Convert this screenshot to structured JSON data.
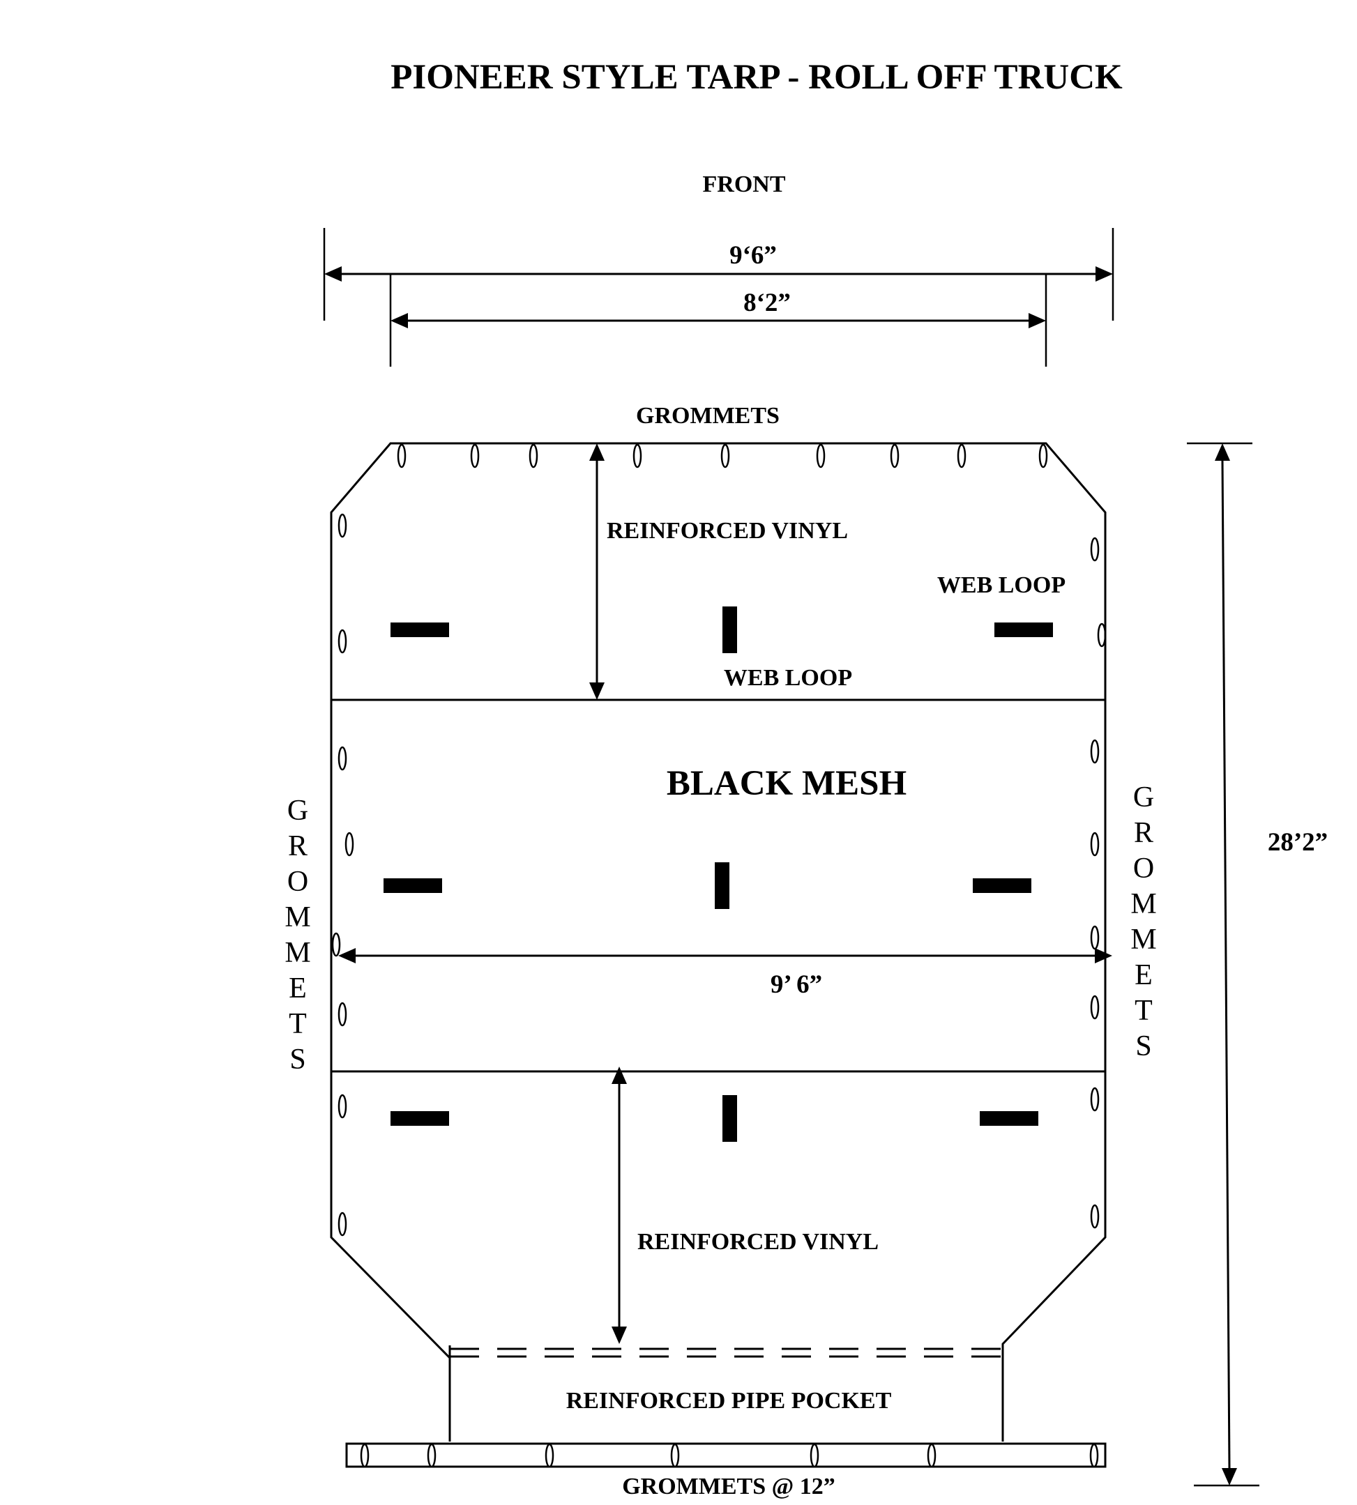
{
  "title": "PIONEER STYLE TARP - ROLL OFF TRUCK",
  "labels": {
    "front": "FRONT",
    "width_outer": "9‘6”",
    "width_inner": "8‘2”",
    "grommets_top": "GROMMETS",
    "reinforced_vinyl_top": "REINFORCED VINYL",
    "web_loop_right": "WEB LOOP",
    "web_loop_center": "WEB LOOP",
    "black_mesh": "BLACK MESH",
    "width_middle": "9’ 6”",
    "reinforced_vinyl_bottom": "REINFORCED VINYL",
    "pipe_pocket": "REINFORCED PIPE POCKET",
    "grommets_bottom": "GROMMETS @ 12”",
    "length": "28’2”"
  },
  "side_grommets_left": [
    "G",
    "R",
    "O",
    "M",
    "M",
    "E",
    "T",
    "S"
  ],
  "side_grommets_right": [
    "G",
    "R",
    "O",
    "M",
    "M",
    "E",
    "T",
    "S"
  ]
}
